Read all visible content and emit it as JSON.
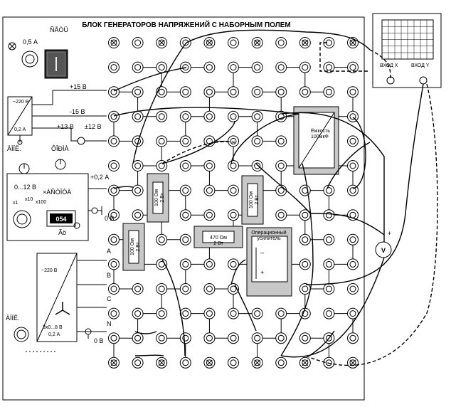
{
  "title": "БЛОК ГЕНЕРАТОРОВ НАПРЯЖЕНИЙ С НАБОРНЫМ ПОЛЕМ",
  "fuse": {
    "label": "0,5 А"
  },
  "power_switch": {
    "label": "ÑÅÒÜ"
  },
  "psu_labels": {
    "v220": "~220 В",
    "i02": "0,2 А",
    "p15": "+15 В",
    "m15": "-15 В",
    "p13": "+13 В",
    "pm12": "±12 В"
  },
  "reg": {
    "label_top": "ÀÌÏË.",
    "label_range": "0...12 В",
    "label_mid": "ÔÎÐÌÀ",
    "label_x": "×ÀÑÒÎÒÀ",
    "label_x1": "х1",
    "label_x10": "х10",
    "label_x100": "х100",
    "display": "054",
    "label_hz": "Ãö",
    "label_02a": "+0,2 А",
    "label_0v": "0 В"
  },
  "three_phase": {
    "label_v": "~220 В",
    "label_out": "3х0...8 В",
    "label_i": "0,2 А",
    "label_amp": "ÀÌÏË.",
    "phase_a": "A",
    "phase_b": "B",
    "phase_c": "C",
    "phase_n": "N",
    "label_0v": "0 В"
  },
  "components": {
    "r1": "100 Ом\n2 Вт",
    "r2": "100 Ом\n2 Вт",
    "r3": "100 Ом\n2 Вт",
    "r4": "470 Ом\n2 Вт",
    "opamp": "Операционный\nусилитель",
    "cap_block": "Ёмкость\n100мкФ"
  },
  "scope": {
    "in_x": "ВХОД X",
    "in_y": "ВХОД Y"
  },
  "voltmeter": {
    "label": "V",
    "plus": "+"
  }
}
